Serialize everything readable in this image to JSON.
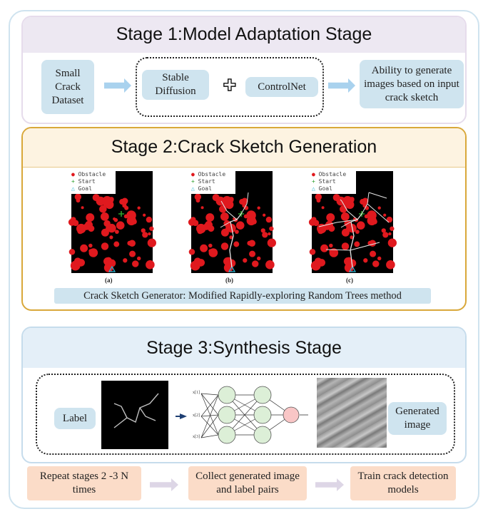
{
  "stage1": {
    "title": "Stage 1:Model Adaptation Stage",
    "dataset": "Small Crack Dataset",
    "stable_diffusion": "Stable Diffusion",
    "plus_symbol": "✚",
    "controlnet": "ControlNet",
    "ability": "Ability to generate images based on input crack sketch"
  },
  "stage2": {
    "title": "Stage 2:Crack Sketch Generation",
    "legend": {
      "obstacle": "Obstacle",
      "start": "Start",
      "goal": "Goal"
    },
    "panels": [
      {
        "label": "(a)"
      },
      {
        "label": "(b)"
      },
      {
        "label": "(c)"
      }
    ],
    "caption": "Crack Sketch Generator: Modified Rapidly-exploring Random Trees method"
  },
  "stage3": {
    "title": "Stage 3:Synthesis Stage",
    "label_box": "Label",
    "input_labels": [
      "x[1]",
      "x[2]",
      "x[3]"
    ],
    "generated": "Generated image"
  },
  "bottom": {
    "repeat": "Repeat stages 2 -3 N times",
    "collect": "Collect generated image and label pairs",
    "train": "Train crack detection models"
  },
  "colors": {
    "stage1_fill": "#ede8f2",
    "stage2_fill": "#fdf3e1",
    "stage3_fill": "#e4eff8",
    "box_blue": "#cfe4ef",
    "box_peach": "#fbdcc8",
    "obstacle_red": "#e0191e"
  }
}
